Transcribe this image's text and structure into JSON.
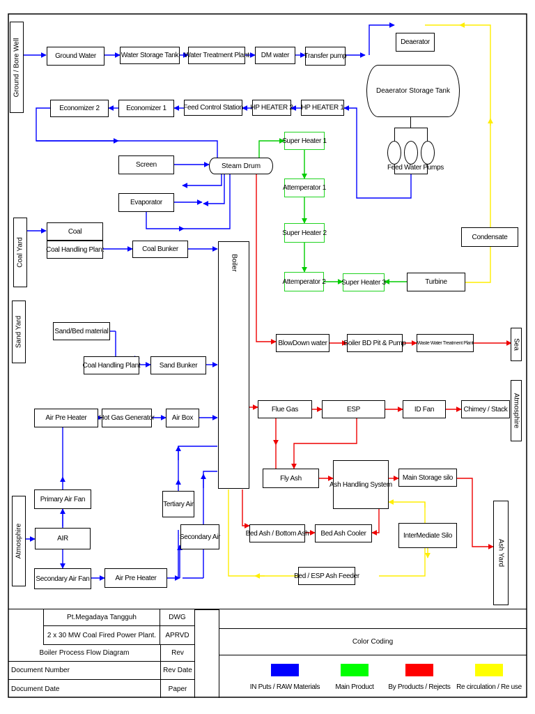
{
  "sources": {
    "ground": "Ground / Bore Well",
    "coal_yard": "Coal Yard",
    "sand_yard": "Sand Yard",
    "atmosphere_left": "Atmosphire",
    "sea": "Sea",
    "atmosphere_right": "Atmosphire",
    "ash_yard": "Ash Yard"
  },
  "water": {
    "ground_water": "Ground Water",
    "storage_tank": "Water Storage Tank",
    "treatment_plant": "Water Treatment Plant",
    "dm_water": "DM water",
    "transfer_pump": "Transfer pump",
    "deaerator": "Deaerator",
    "deaerator_tank": "Deaerator Storage Tank",
    "feed_pumps": "Feed Water Pumps",
    "hp_heater_1": "HP HEATER 1",
    "hp_heater_2": "HP HEATER 2",
    "feed_control": "Feed Control Station",
    "economizer_1": "Economizer 1",
    "economizer_2": "Economizer 2"
  },
  "steam": {
    "screen": "Screen",
    "steam_drum": "Steam Drum",
    "evaporator": "Evaporator",
    "super_heater_1": "Super Heater 1",
    "attemperator_1": "Attemperator 1",
    "super_heater_2": "Super Heater 2",
    "attemperator_2": "Attemperator 2",
    "super_heater_3": "Super Heater 3",
    "turbine": "Turbine",
    "condensate": "Condensate"
  },
  "fuel": {
    "coal": "Coal",
    "coal_handling": "Coal Handling Plant",
    "coal_bunker": "Coal Bunker",
    "sand_material": "Sand/Bed material",
    "sand_handling": "Coal Handling Plant",
    "sand_bunker": "Sand  Bunker"
  },
  "boiler": "Boiler",
  "blowdown": {
    "blowdown_water": "BlowDown water",
    "bd_pit": "Boiler BD Pit & Pump",
    "waste_water": "Waste Water Treatment Plant"
  },
  "air": {
    "air_pre_heater_top": "Air Pre Heater",
    "hot_gas_generator": "Hot Gas Generator",
    "air_box": "Air Box",
    "primary_air_fan": "Primary Air Fan",
    "air": "AIR",
    "secondary_air_fan": "Secondary Air Fan",
    "air_pre_heater_bottom": "Air Pre Heater",
    "tertiary_air": "Tertiary Air",
    "secondary_air": "Secondary Air"
  },
  "gas": {
    "flue_gas": "Flue Gas",
    "esp": "ESP",
    "id_fan": "ID Fan",
    "chimney": "Chimey / Stack"
  },
  "ash": {
    "fly_ash": "Fly Ash",
    "ash_handling": "Ash Handling System",
    "main_silo": "Main Storage silo",
    "intermediate_silo": "InterMediate Silo",
    "bed_ash": "Bed Ash / Bottom Ash",
    "bed_ash_cooler": "Bed Ash Cooler",
    "ash_feeder": "Bed / ESP Ash Feeder"
  },
  "title_block": {
    "company": "Pt.Megadaya Tangguh",
    "dwg_label": "DWG",
    "project": "2 x 30 MW Coal Fired Power Plant.",
    "aprvd_label": "APRVD",
    "title": "Boiler Process Flow Diagram",
    "rev_label": "Rev",
    "doc_number_label": "Document Number",
    "rev_date_label": "Rev Date",
    "doc_date_label": "Document Date",
    "paper_label": "Paper",
    "color_coding_title": "Color Coding"
  },
  "legend": [
    {
      "label": "IN Puts / RAW Materials",
      "color": "#0000ff"
    },
    {
      "label": "Main Product",
      "color": "#00ff00"
    },
    {
      "label": "By Products / Rejects",
      "color": "#ff0000"
    },
    {
      "label": "Re circulation / Re use",
      "color": "#ffff00"
    }
  ],
  "colors": {
    "input": "#0000ff",
    "product": "#00dd00",
    "reject": "#ee0000",
    "recirculation": "#ffee00",
    "border": "#000000"
  }
}
